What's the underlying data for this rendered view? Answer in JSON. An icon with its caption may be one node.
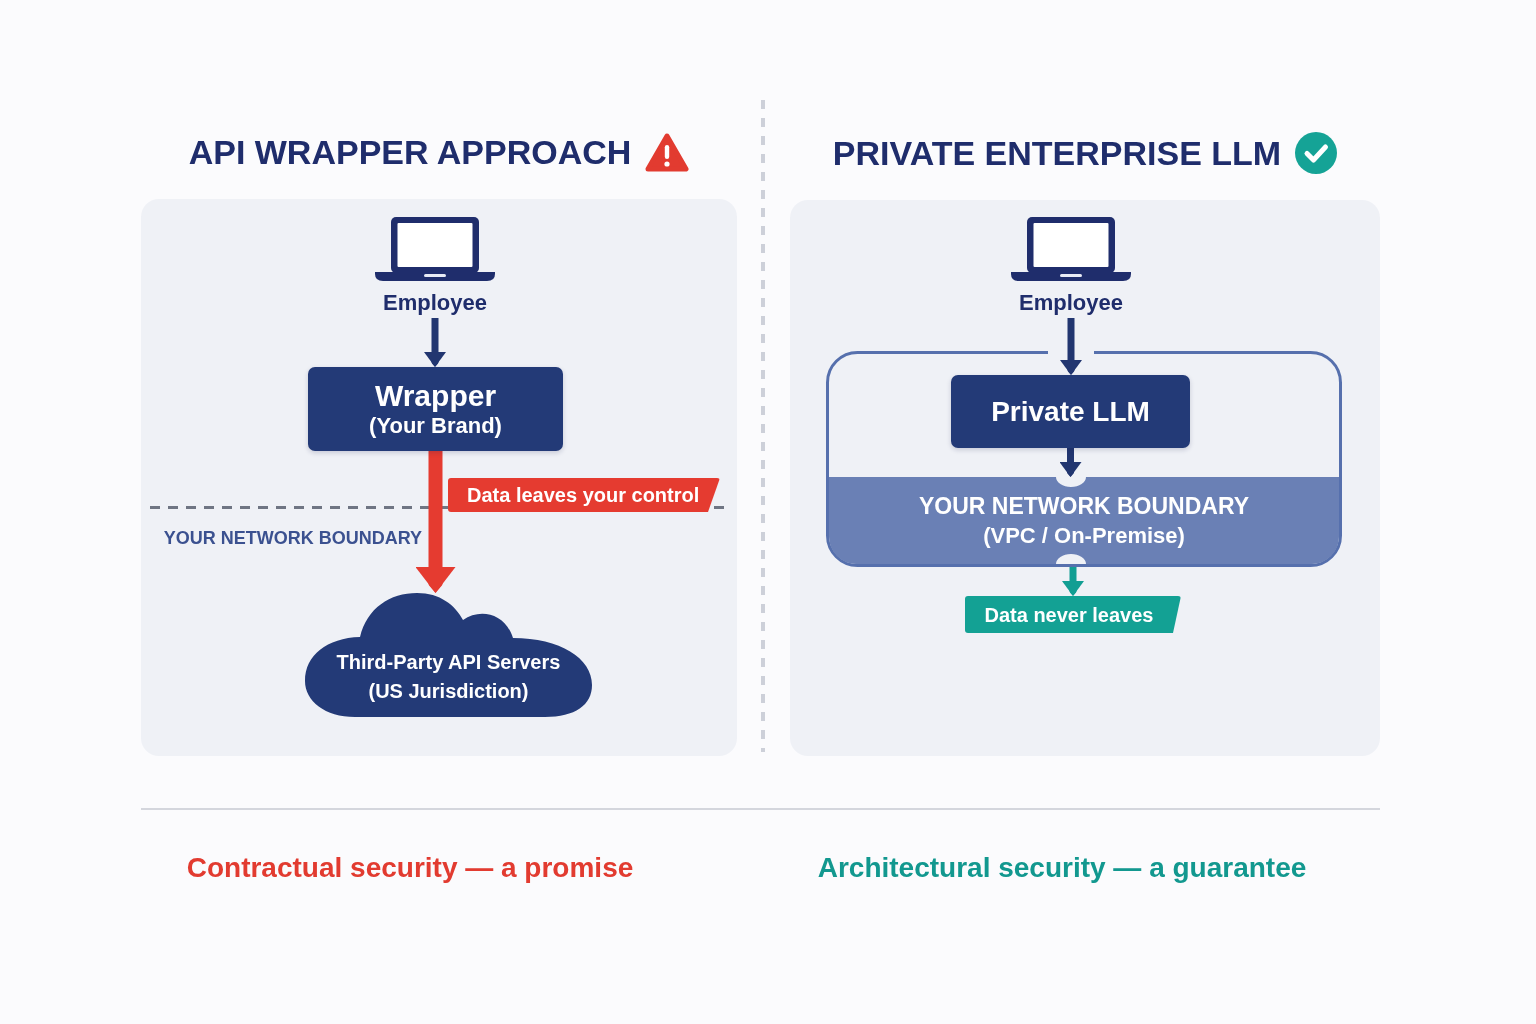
{
  "diagram": {
    "nodes": [
      {
        "text": [
          "API WRAPPER APPROACH"
        ]
      },
      {
        "text": [
          "Employee"
        ],
        "in": 0
      },
      {
        "text": [
          "Wrapper",
          "(Your Brand)"
        ],
        "in": 0
      },
      {
        "text": [
          "Data leaves your control"
        ],
        "in": 0
      },
      {
        "text": [
          "Third-Party API Servers",
          "(US Jurisdiction)"
        ],
        "in": 0
      },
      {
        "text": [
          "PRIVATE ENTERPRISE LLM"
        ]
      },
      {
        "text": [
          "Employee"
        ],
        "in": 5
      },
      {
        "text": [],
        "shape": "box",
        "in": 5
      },
      {
        "text": [
          "Private LLM"
        ],
        "in": 7
      },
      {
        "text": [
          "YOUR NETWORK BOUNDARY",
          "(VPC / On-Premise)"
        ],
        "in": 7
      },
      {
        "text": [
          "Data never leaves"
        ],
        "in": 5
      }
    ],
    "edges": [
      {
        "from": 1,
        "to": 2,
        "arrow": "to"
      },
      {
        "from": 2,
        "to": 4,
        "arrow": "to",
        "style": "thick",
        "color": "#e53b30"
      },
      {
        "from": 6,
        "to": 8,
        "arrow": "to"
      },
      {
        "from": 8,
        "to": 9,
        "arrow": "to"
      },
      {
        "from": 9,
        "to": 10,
        "arrow": "to",
        "color": "#129e93"
      }
    ],
    "labels": [
      "YOUR NETWORK BOUNDARY",
      "Contractual security — a promise",
      "Architectural security — a guarantee"
    ]
  }
}
